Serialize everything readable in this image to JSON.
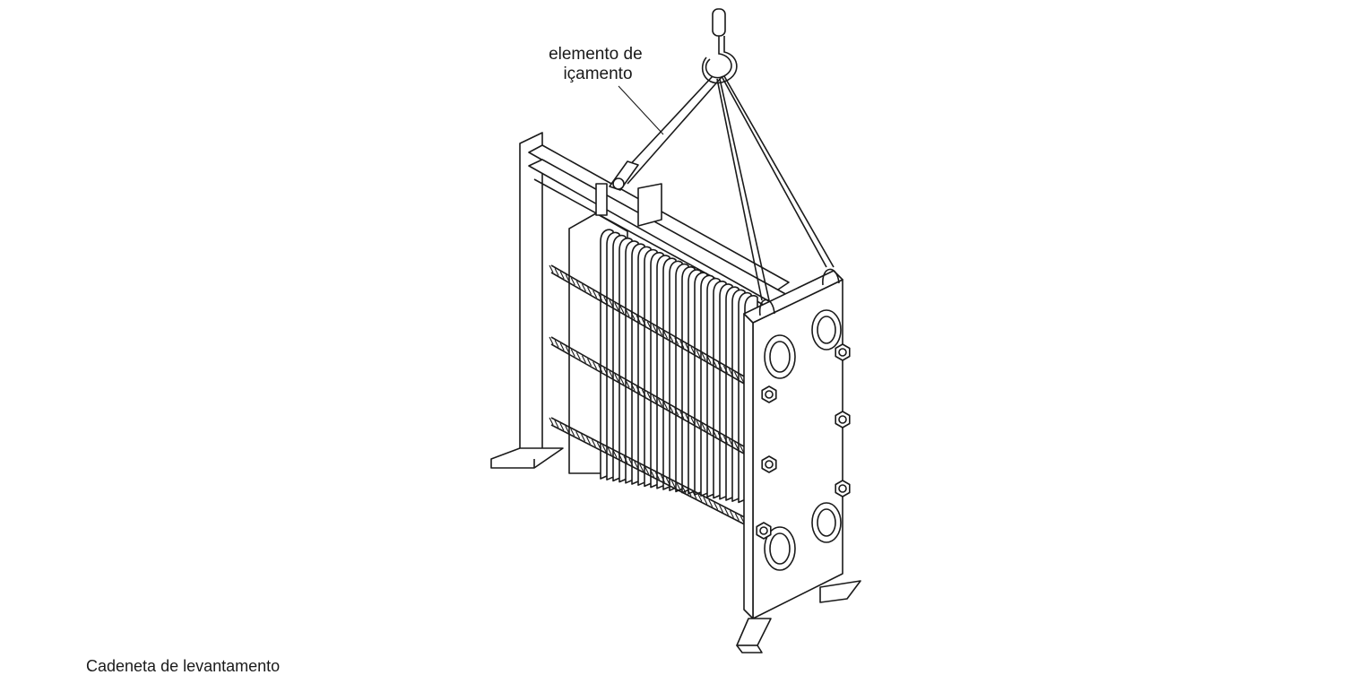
{
  "diagram": {
    "label_lines": [
      "elemento de",
      "içamento"
    ],
    "caption": "Cadeneta de levantamento"
  }
}
